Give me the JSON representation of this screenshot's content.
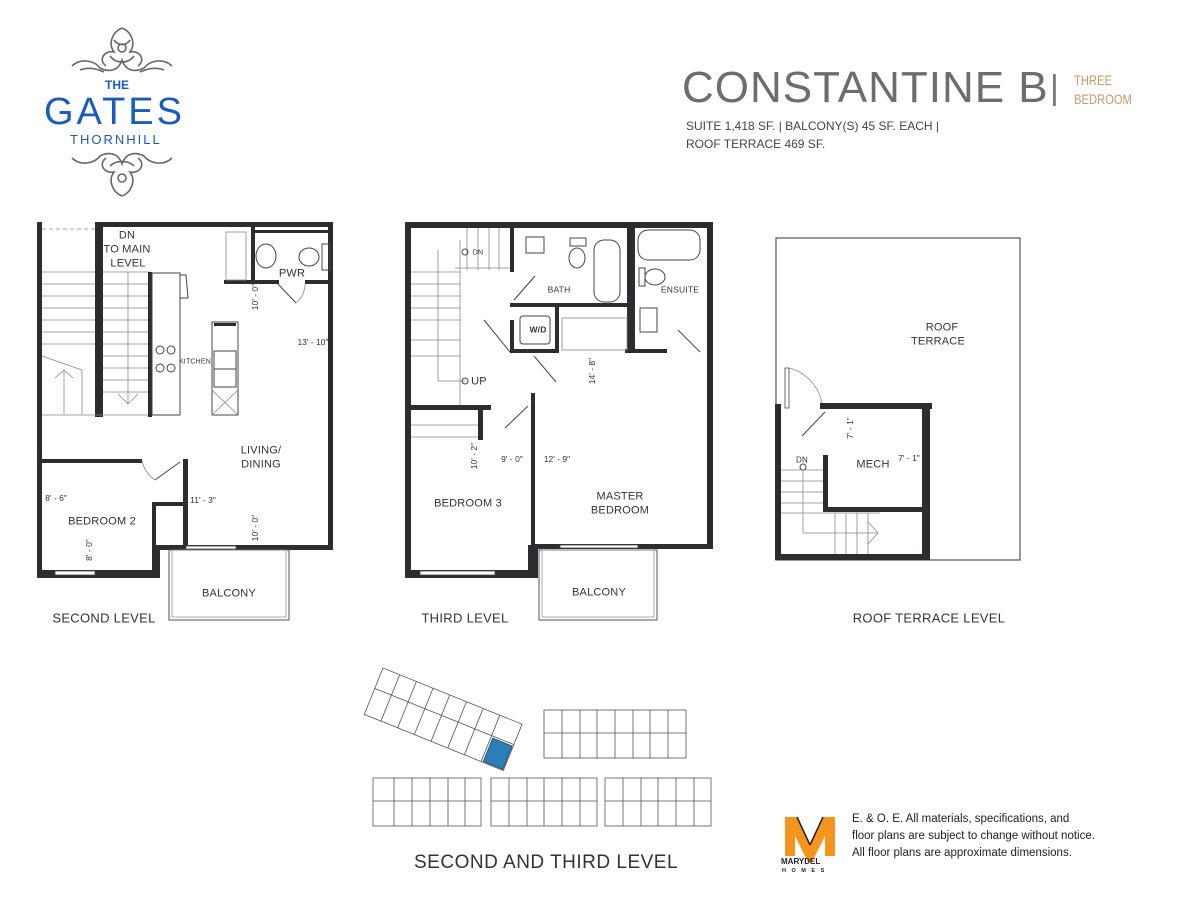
{
  "brand": {
    "the": "THE",
    "gates": "GATES",
    "thornhill": "THORNHILL",
    "color": "#1a5bbf"
  },
  "header": {
    "model": "CONSTANTINE B",
    "separator": "|",
    "type_line1": "THREE",
    "type_line2": "BEDROOM",
    "type_color": "#c89a6a",
    "area_line1": "SUITE 1,418 SF. | BALCONY(S) 45 SF. EACH |",
    "area_line2": "ROOF TERRACE 469 SF."
  },
  "second_level": {
    "title": "SECOND LEVEL",
    "dn": "DN",
    "to_main": "TO MAIN",
    "level": "LEVEL",
    "pwr": "PWR",
    "kitchen": "KITCHEN",
    "living1": "LIVING/",
    "living2": "DINING",
    "bedroom2": "BEDROOM 2",
    "balcony": "BALCONY",
    "dims": {
      "d1": "10' - 0\"",
      "d2": "13' - 10\"",
      "d3": "8' - 6\"",
      "d4": "11' - 3\"",
      "d5": "10' - 0\"",
      "d6": "8' - 0\""
    }
  },
  "third_level": {
    "title": "THIRD LEVEL",
    "dn": "DN",
    "up": "UP",
    "bath": "BATH",
    "ensuite": "ENSUITE",
    "wd": "W/D",
    "bedroom3": "BEDROOM 3",
    "master1": "MASTER",
    "master2": "BEDROOM",
    "balcony": "BALCONY",
    "dims": {
      "d1": "14' - 8\"",
      "d2": "10' - 2\"",
      "d3": "9' - 0\"",
      "d4": "12' - 9\""
    }
  },
  "roof_level": {
    "title": "ROOF TERRACE LEVEL",
    "roof1": "ROOF",
    "roof2": "TERRACE",
    "dn": "DN",
    "mech": "MECH",
    "dims": {
      "d1": "7' - 1\"",
      "d2": "7' - 1\""
    }
  },
  "site_plan": {
    "title": "SECOND AND THIRD LEVEL",
    "highlight_color": "#2a7fba"
  },
  "builder": {
    "name1": "MARYDEL",
    "name2": "H O M E S",
    "color": "#f7941d"
  },
  "disclaimer": {
    "line1": "E. & O. E.  All materials, specifications, and",
    "line2": "floor plans are subject to change without notice.",
    "line3": "All floor plans are approximate dimensions."
  }
}
